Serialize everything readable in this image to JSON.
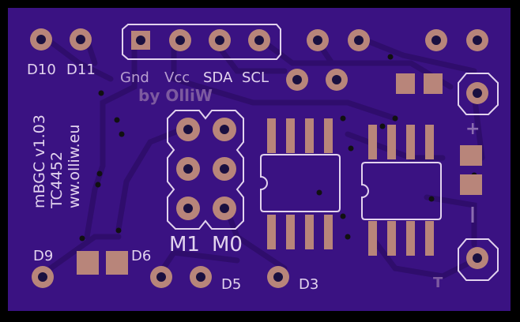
{
  "board": {
    "colors": {
      "background": "#000000",
      "board": "#3a1282",
      "copper": "#4a1f9a",
      "trace": "#2f0d6c",
      "silkscreen": "#e2d3ee",
      "pad": "#b8857a",
      "pad_hole": "#1a1040",
      "faint_silk": "#7d5aa0"
    },
    "labels": {
      "d10": "D10",
      "d11": "D11",
      "gnd": "Gnd",
      "vcc": "Vcc",
      "sda": "SDA",
      "scl": "SCL",
      "d9": "D9",
      "d6": "D6",
      "d5": "D5",
      "d3": "D3",
      "m1": "M1",
      "m0": "M0",
      "credit": "by OlliW",
      "version_line1": "mBGC v1.03",
      "version_line2": "TC4452",
      "version_line3": "ww.olliw.eu",
      "t_marker": "T"
    }
  }
}
